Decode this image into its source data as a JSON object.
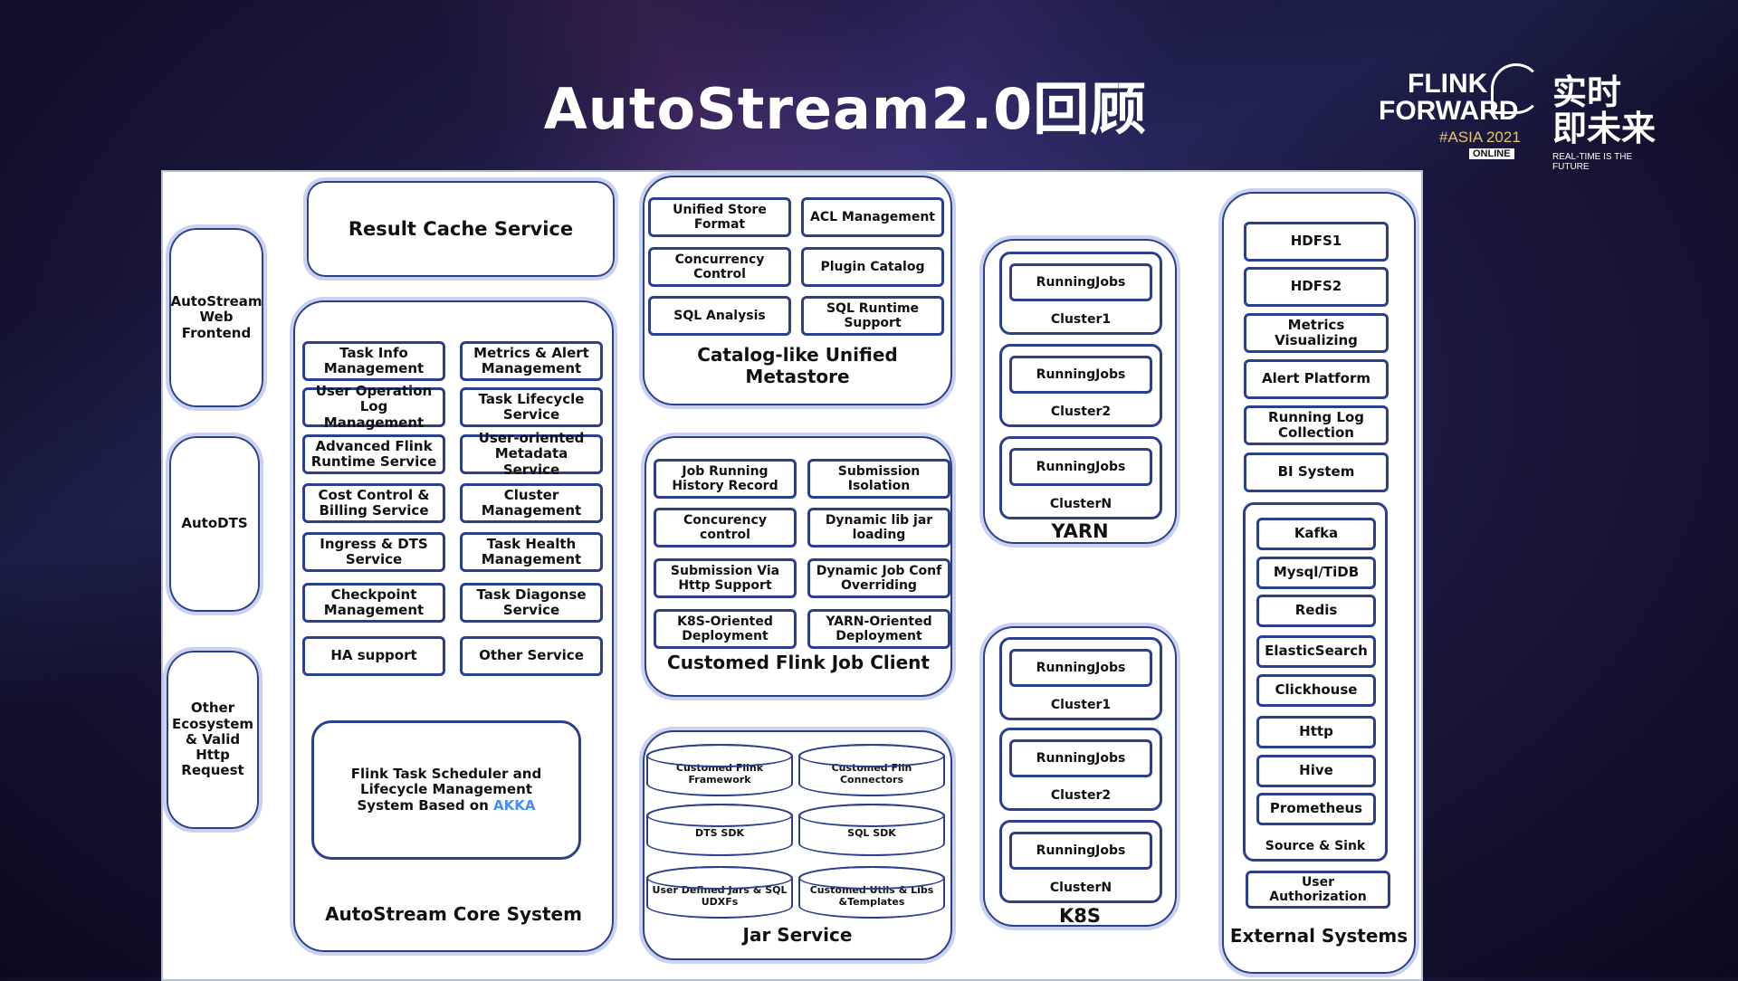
{
  "title": "AutoStream2.0回顾",
  "logo": {
    "flink": "FLINK",
    "forward": "FORWARD",
    "asia": "#ASIA 2021",
    "online": "ONLINE",
    "cn_line1": "实时",
    "cn_line2": "即未来",
    "tagline": "REAL-TIME IS THE FUTURE"
  },
  "left": {
    "web_frontend": "AutoStream Web Frontend",
    "autodts": "AutoDTS",
    "other": "Other Ecosystem & Valid Http Request"
  },
  "result_cache": "Result Cache Service",
  "core": {
    "label": "AutoStream Core System",
    "items": [
      "Task Info Management",
      "Metrics & Alert Management",
      "User Operation Log Management",
      "Task Lifecycle Service",
      "Advanced Flink Runtime Service",
      "User-oriented Metadata Service",
      "Cost Control & Billing Service",
      "Cluster Management",
      "Ingress & DTS Service",
      "Task Health Management",
      "Checkpoint Management",
      "Task Diagonse Service",
      "HA support",
      "Other Service"
    ],
    "scheduler": "Flink Task Scheduler and Lifecycle Management System Based on",
    "akka": "AKKA"
  },
  "metastore": {
    "label": "Catalog-like Unified Metastore",
    "items": [
      "Unified Store Format",
      "ACL Management",
      "Concurrency Control",
      "Plugin Catalog",
      "SQL Analysis",
      "SQL Runtime Support"
    ]
  },
  "job_client": {
    "label": "Customed Flink Job Client",
    "items": [
      "Job Running History Record",
      "Submission Isolation",
      "Concurency control",
      "Dynamic lib jar loading",
      "Submission Via Http Support",
      "Dynamic Job Conf Overriding",
      "K8S-Oriented Deployment",
      "YARN-Oriented Deployment"
    ]
  },
  "jar_service": {
    "label": "Jar Service",
    "items": [
      "Customed Flink Framework",
      "Customed Flin Connectors",
      "DTS SDK",
      "SQL SDK",
      "User Defined Jars & SQL UDXFs",
      "Customed Utils & Libs &Templates"
    ]
  },
  "yarn": {
    "label": "YARN",
    "running": "RunningJobs",
    "clusters": [
      "Cluster1",
      "Cluster2",
      "ClusterN"
    ]
  },
  "k8s": {
    "label": "K8S",
    "running": "RunningJobs",
    "clusters": [
      "Cluster1",
      "Cluster2",
      "ClusterN"
    ]
  },
  "external": {
    "label": "External Systems",
    "items": [
      "HDFS1",
      "HDFS2",
      "Metrics Visualizing",
      "Alert Platform",
      "Running Log Collection",
      "BI System"
    ],
    "source_sink_label": "Source & Sink",
    "sources": [
      "Kafka",
      "Mysql/TiDB",
      "Redis",
      "ElasticSearch",
      "Clickhouse",
      "Http",
      "Hive",
      "Prometheus"
    ],
    "auth": "User Authorization"
  }
}
